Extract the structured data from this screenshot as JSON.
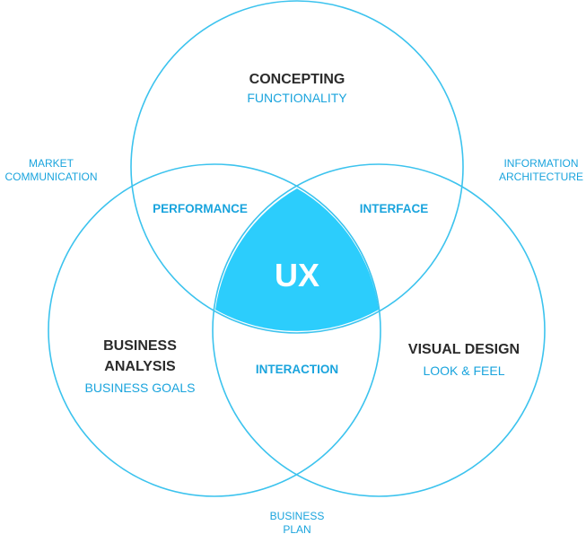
{
  "colors": {
    "circle_stroke": "#3cc3ee",
    "center_fill": "#2ccdfc",
    "title_text": "#2b2b2b",
    "accent_text": "#1aa4dd",
    "center_text": "#ffffff"
  },
  "center": {
    "label": "UX"
  },
  "circles": {
    "top": {
      "title": "CONCEPTING",
      "subtitle": "FUNCTIONALITY"
    },
    "left": {
      "title_line1": "BUSINESS",
      "title_line2": "ANALYSIS",
      "subtitle": "BUSINESS GOALS"
    },
    "right": {
      "title": "VISUAL DESIGN",
      "subtitle": "LOOK & FEEL"
    }
  },
  "overlaps": {
    "top_left": "PERFORMANCE",
    "top_right": "INTERFACE",
    "bottom": "INTERACTION"
  },
  "outer": {
    "top_left": {
      "line1": "MARKET",
      "line2": "COMMUNICATION"
    },
    "top_right": {
      "line1": "INFORMATION",
      "line2": "ARCHITECTURE"
    },
    "bottom": {
      "line1": "BUSINESS",
      "line2": "PLAN"
    }
  }
}
